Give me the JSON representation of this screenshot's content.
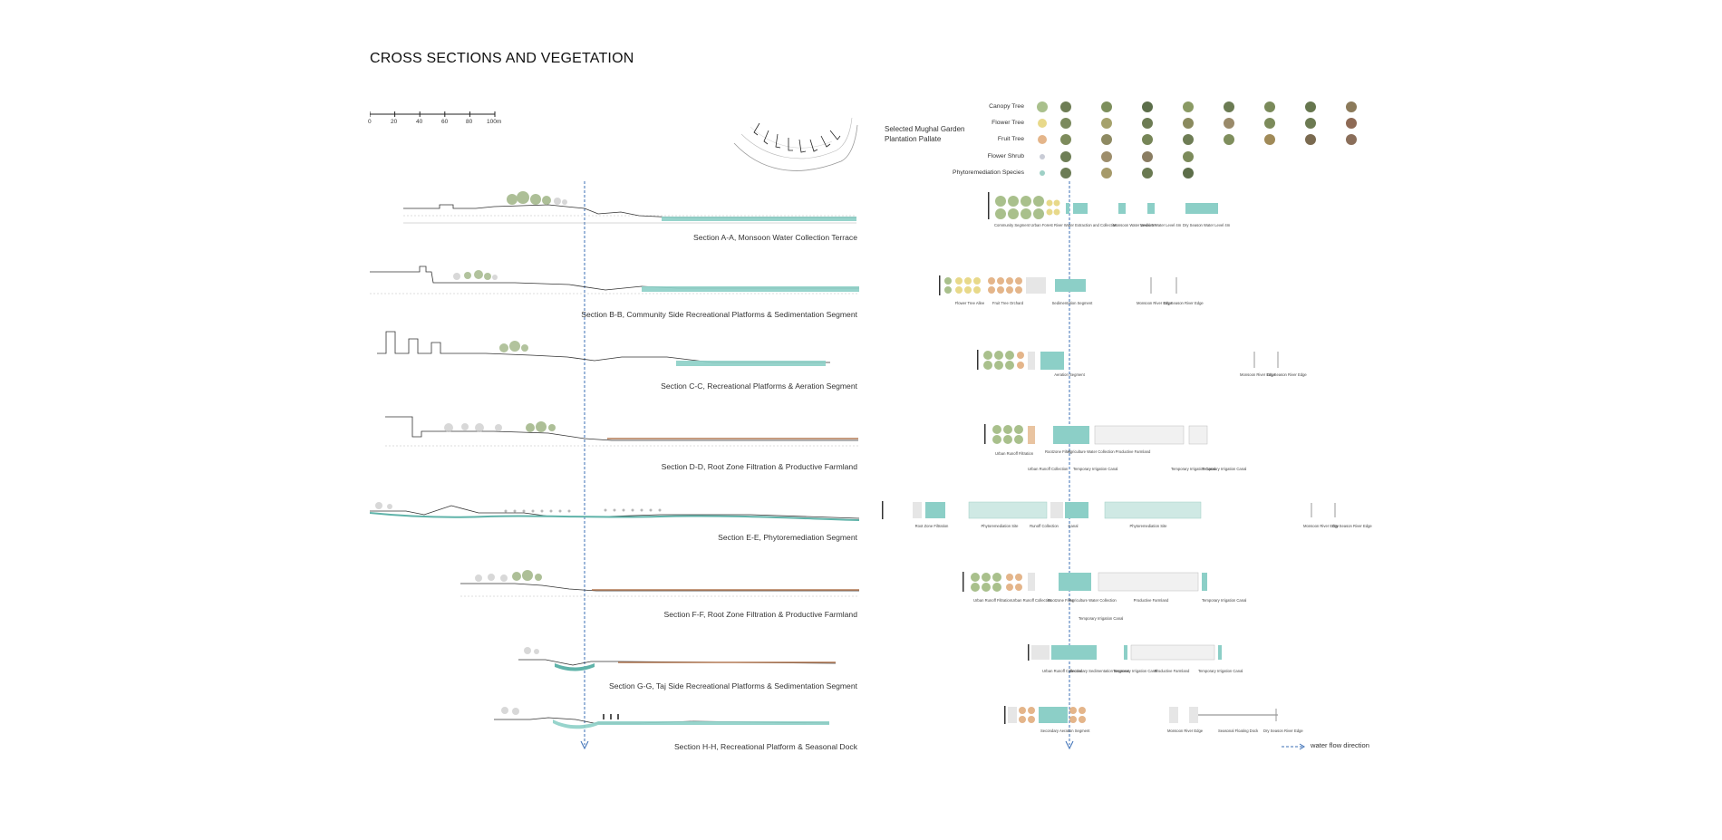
{
  "page": {
    "title": "CROSS SECTIONS AND VEGETATION"
  },
  "scale_bar": {
    "ticks": [
      "0",
      "20",
      "40",
      "60",
      "80",
      "100m"
    ]
  },
  "sections": [
    {
      "label": "Section A-A, Monsoon Water Collection Terrace"
    },
    {
      "label": "Section B-B, Community Side Recreational Platforms & Sedimentation Segment"
    },
    {
      "label": "Section C-C, Recreational Platforms & Aeration Segment"
    },
    {
      "label": "Section D-D, Root Zone Filtration & Productive Farmland"
    },
    {
      "label": "Section E-E, Phytoremediation Segment"
    },
    {
      "label": "Section F-F, Root Zone Filtration & Productive Farmland"
    },
    {
      "label": "Section G-G, Taj Side Recreational Platforms & Sedimentation Segment"
    },
    {
      "label": "Section H-H, Recreational Platform & Seasonal Dock"
    }
  ],
  "palette": {
    "title_line1": "Selected Mughal Garden",
    "title_line2": "Plantation Pallate",
    "categories": [
      {
        "label": "Canopy Tree",
        "color": "#a9c08c"
      },
      {
        "label": "Flower Tree",
        "color": "#e8d98a"
      },
      {
        "label": "Fruit Tree",
        "color": "#e4b58a"
      },
      {
        "label": "Flower Shrub",
        "color": "#c9ccd6"
      },
      {
        "label": "Phytoremediation Species",
        "color": "#9ed0c6"
      }
    ]
  },
  "plan_labels": {
    "row1": [
      "Community Segment Urban Forest",
      "River Water Extraction and Collection",
      "Monsoon Water Level 4m",
      "Medium Water Level 4m",
      "Dry Season Water Level 4m"
    ],
    "row2": [
      "Flower Tree Allee",
      "Fruit Tree Orchard",
      "Sedimentation Segment",
      "Monsoon River Edge",
      "Dry Season River Edge"
    ],
    "row3": [
      "Aeration Segment",
      "Monsoon River Edge",
      "Dry Season River Edge"
    ],
    "row4": [
      "Urban Runoff Filtration",
      "Rootzone Filter",
      "Agriculture Water Collection",
      "Productive Farmland",
      "Urban Runoff Collection",
      "Temporary Irrigation Canal",
      "Temporary Irrigation Canal",
      "Temporary Irrigation Canal"
    ],
    "row5": [
      "Root Zone Filtration",
      "Phytoremediation Site",
      "Runoff Collection",
      "Canal",
      "Phytoremediation Site",
      "Monsoon River Edge",
      "Dry Season River Edge"
    ],
    "row6": [
      "Urban Runoff Filtration",
      "Urban Runoff Collection",
      "Rootzone Filter",
      "Agriculture Water Collection",
      "Productive Farmland",
      "Temporary Irrigation Canal",
      "Temporary Irrigation Canal"
    ],
    "row7": [
      "Urban Runoff Collection",
      "Secondary Sedimentation Segment",
      "Temporary Irrigation Canal",
      "Productive Farmland",
      "Temporary Irrigation Canal"
    ],
    "row8": [
      "Secondary Aeration Segment",
      "Monsoon River Edge",
      "Seasonal Floating Dock",
      "Dry Season River Edge"
    ]
  },
  "legend": {
    "flow": "water flow direction"
  },
  "colors": {
    "water": "#8ccfc7",
    "water_dark": "#5fb3a9",
    "tree": "#9fb585",
    "flower": "#e6d57e",
    "fruit": "#e0ab7c",
    "flow_line": "#3b6fb6"
  }
}
